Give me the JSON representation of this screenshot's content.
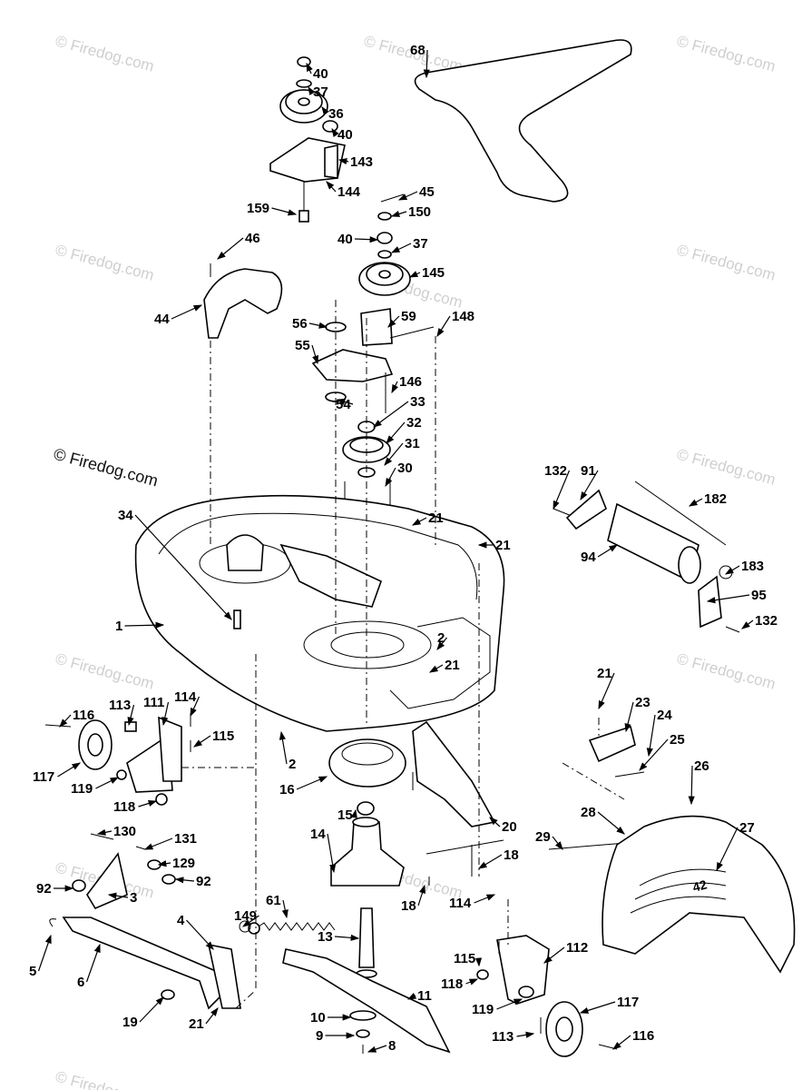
{
  "watermark": {
    "text": "© Firedog.com",
    "count": 14
  },
  "callouts": [
    {
      "id": "c68",
      "label": "68"
    },
    {
      "id": "c40a",
      "label": "40"
    },
    {
      "id": "c37a",
      "label": "37"
    },
    {
      "id": "c36",
      "label": "36"
    },
    {
      "id": "c40b",
      "label": "40"
    },
    {
      "id": "c143",
      "label": "143"
    },
    {
      "id": "c144",
      "label": "144"
    },
    {
      "id": "c159",
      "label": "159"
    },
    {
      "id": "c45",
      "label": "45"
    },
    {
      "id": "c150",
      "label": "150"
    },
    {
      "id": "c40c",
      "label": "40"
    },
    {
      "id": "c37b",
      "label": "37"
    },
    {
      "id": "c145",
      "label": "145"
    },
    {
      "id": "c46",
      "label": "46"
    },
    {
      "id": "c44",
      "label": "44"
    },
    {
      "id": "c56",
      "label": "56"
    },
    {
      "id": "c59",
      "label": "59"
    },
    {
      "id": "c148",
      "label": "148"
    },
    {
      "id": "c55",
      "label": "55"
    },
    {
      "id": "c146",
      "label": "146"
    },
    {
      "id": "c54",
      "label": "54"
    },
    {
      "id": "c33",
      "label": "33"
    },
    {
      "id": "c32",
      "label": "32"
    },
    {
      "id": "c31",
      "label": "31"
    },
    {
      "id": "c30",
      "label": "30"
    },
    {
      "id": "c21a",
      "label": "21"
    },
    {
      "id": "c21b",
      "label": "21"
    },
    {
      "id": "c34",
      "label": "34"
    },
    {
      "id": "c1",
      "label": "1"
    },
    {
      "id": "c2a",
      "label": "2"
    },
    {
      "id": "c21c",
      "label": "21"
    },
    {
      "id": "c132a",
      "label": "132"
    },
    {
      "id": "c91",
      "label": "91"
    },
    {
      "id": "c182",
      "label": "182"
    },
    {
      "id": "c94",
      "label": "94"
    },
    {
      "id": "c183",
      "label": "183"
    },
    {
      "id": "c95",
      "label": "95"
    },
    {
      "id": "c132b",
      "label": "132"
    },
    {
      "id": "c116a",
      "label": "116"
    },
    {
      "id": "c113a",
      "label": "113"
    },
    {
      "id": "c111",
      "label": "111"
    },
    {
      "id": "c114a",
      "label": "114"
    },
    {
      "id": "c115a",
      "label": "115"
    },
    {
      "id": "c117a",
      "label": "117"
    },
    {
      "id": "c119a",
      "label": "119"
    },
    {
      "id": "c118a",
      "label": "118"
    },
    {
      "id": "c2b",
      "label": "2"
    },
    {
      "id": "c16",
      "label": "16"
    },
    {
      "id": "c21d",
      "label": "21"
    },
    {
      "id": "c23",
      "label": "23"
    },
    {
      "id": "c24",
      "label": "24"
    },
    {
      "id": "c25",
      "label": "25"
    },
    {
      "id": "c26",
      "label": "26"
    },
    {
      "id": "c15",
      "label": "15"
    },
    {
      "id": "c20",
      "label": "20"
    },
    {
      "id": "c28",
      "label": "28"
    },
    {
      "id": "c27",
      "label": "27"
    },
    {
      "id": "c29",
      "label": "29"
    },
    {
      "id": "c130",
      "label": "130"
    },
    {
      "id": "c131",
      "label": "131"
    },
    {
      "id": "c14",
      "label": "14"
    },
    {
      "id": "c18a",
      "label": "18"
    },
    {
      "id": "c18b",
      "label": "18"
    },
    {
      "id": "c129",
      "label": "129"
    },
    {
      "id": "c92a",
      "label": "92"
    },
    {
      "id": "c92b",
      "label": "92"
    },
    {
      "id": "c3",
      "label": "3"
    },
    {
      "id": "c114b",
      "label": "114"
    },
    {
      "id": "c61",
      "label": "61"
    },
    {
      "id": "c4",
      "label": "4"
    },
    {
      "id": "c149",
      "label": "149"
    },
    {
      "id": "c5",
      "label": "5"
    },
    {
      "id": "c6",
      "label": "6"
    },
    {
      "id": "c13",
      "label": "13"
    },
    {
      "id": "c112",
      "label": "112"
    },
    {
      "id": "c115b",
      "label": "115"
    },
    {
      "id": "c118b",
      "label": "118"
    },
    {
      "id": "c11",
      "label": "11"
    },
    {
      "id": "c117b",
      "label": "117"
    },
    {
      "id": "c119b",
      "label": "119"
    },
    {
      "id": "c19",
      "label": "19"
    },
    {
      "id": "c21e",
      "label": "21"
    },
    {
      "id": "c10",
      "label": "10"
    },
    {
      "id": "c9",
      "label": "9"
    },
    {
      "id": "c8",
      "label": "8"
    },
    {
      "id": "c113b",
      "label": "113"
    },
    {
      "id": "c116b",
      "label": "116"
    }
  ],
  "nameplate_text": "42"
}
